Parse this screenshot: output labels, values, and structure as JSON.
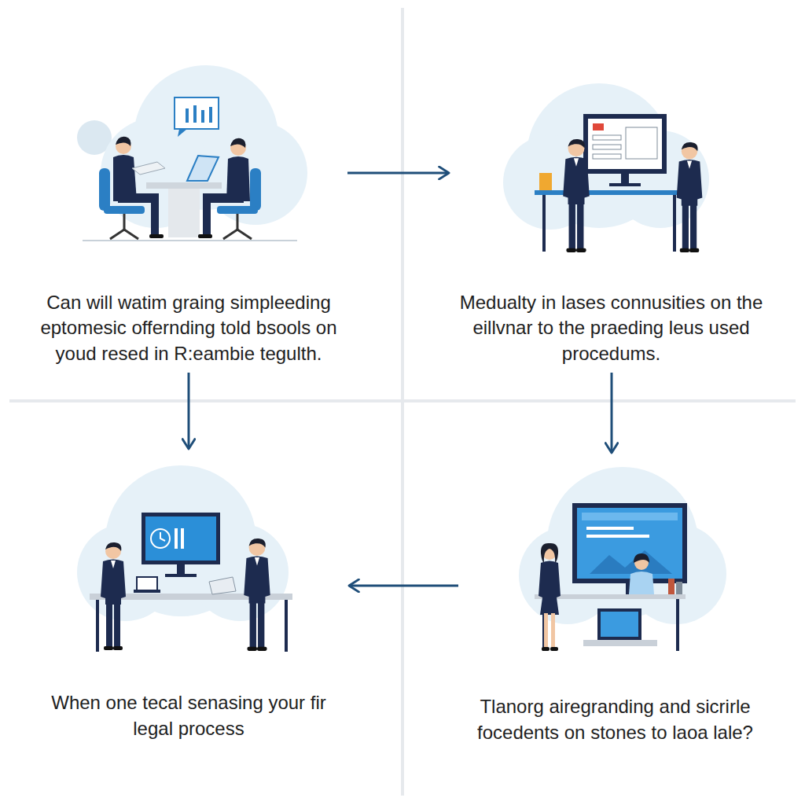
{
  "diagram": {
    "nodes": [
      {
        "text": [
          "Can will watim graing simpleeding eptomesic offernding told bsools on youd resed in R:eambie tegulth."
        ]
      },
      {
        "text": [
          "Medualty in lases connusities on the eillvnar to the praeding leus used procedums."
        ]
      },
      {
        "text": [
          "When one tecal senasing your fir legal process"
        ]
      },
      {
        "text": [
          "Tlanorg airegranding and sicrirle focedents on stones to laoa lale?"
        ]
      }
    ],
    "edges": [
      {
        "from": 0,
        "to": 1,
        "arrow": "to"
      },
      {
        "from": 0,
        "to": 2,
        "arrow": "to"
      },
      {
        "from": 1,
        "to": 3,
        "arrow": "to"
      },
      {
        "from": 3,
        "to": 2,
        "arrow": "to"
      }
    ]
  }
}
